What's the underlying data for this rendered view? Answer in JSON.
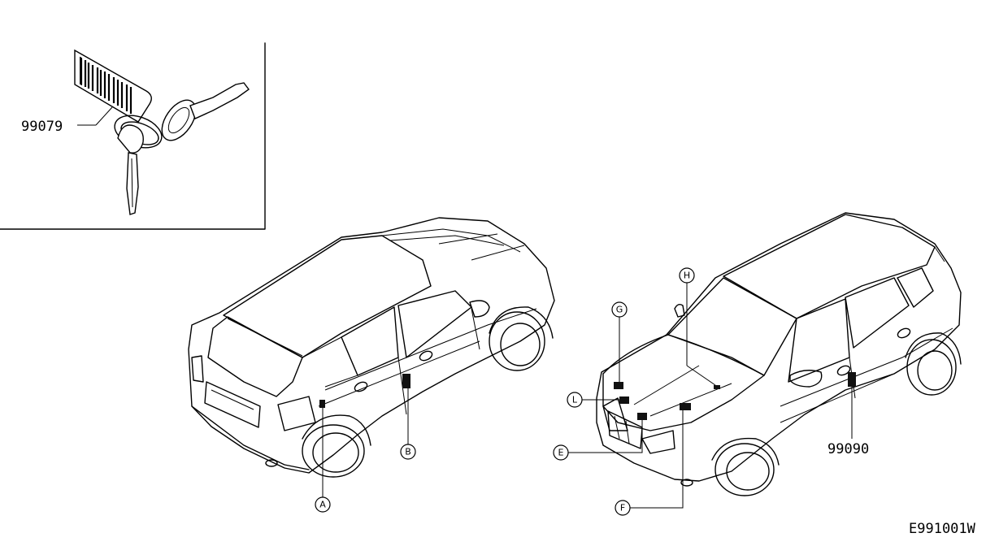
{
  "labels": {
    "part_key": "99079",
    "part_label": "99090",
    "figure_code": "E991001W"
  },
  "callouts": {
    "a": "A",
    "b": "B",
    "e": "E",
    "f": "F",
    "g": "G",
    "h": "H",
    "l": "L"
  }
}
